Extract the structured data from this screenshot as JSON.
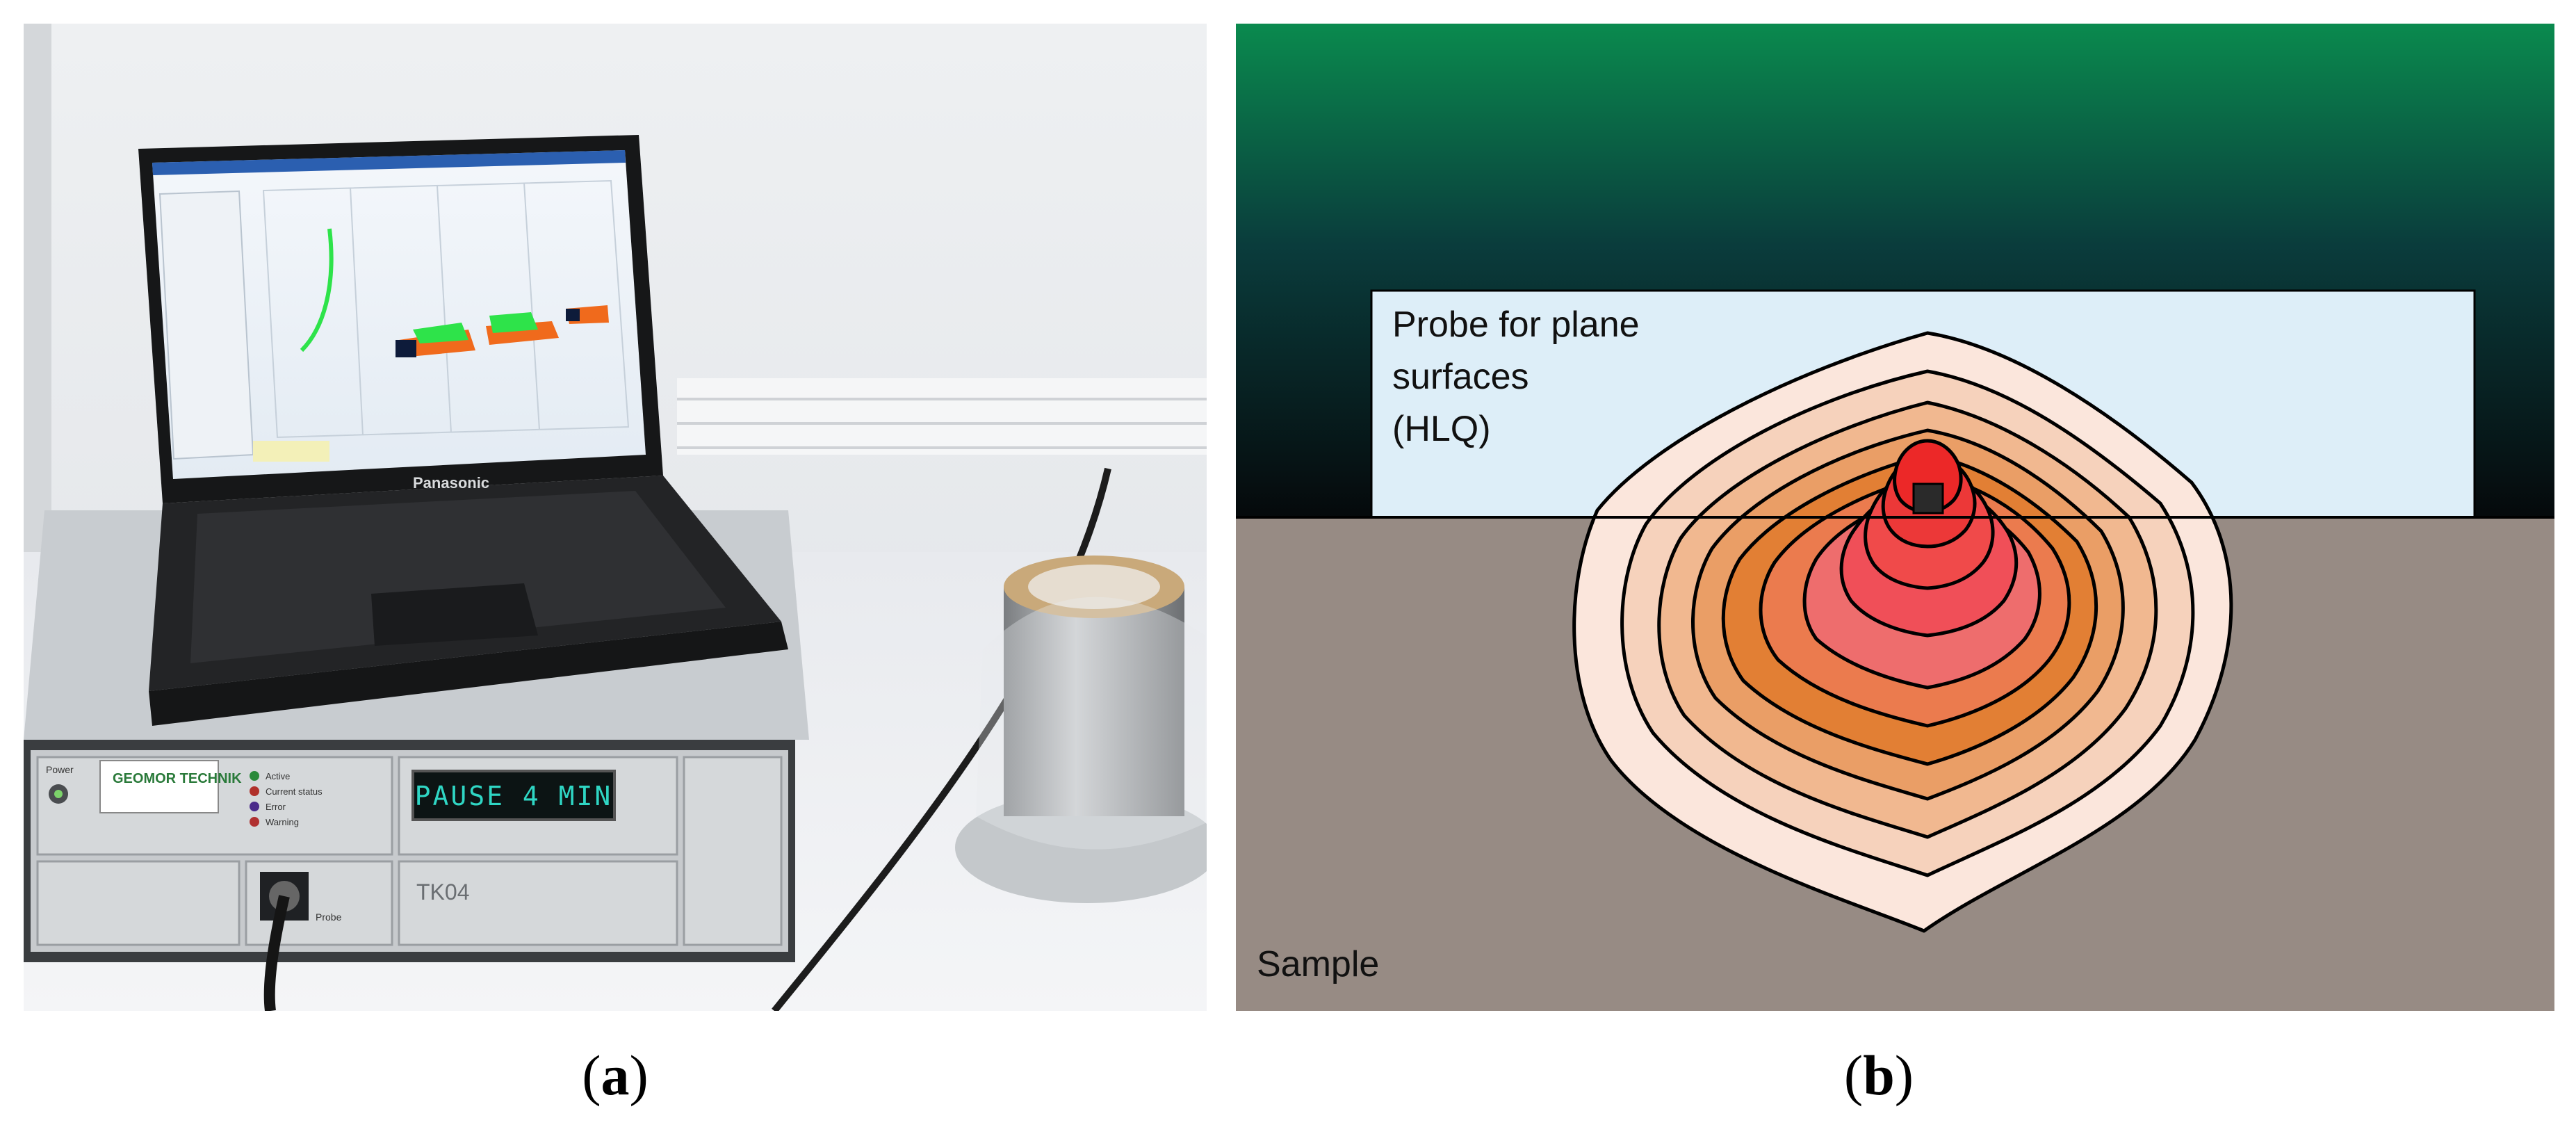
{
  "panel_a": {
    "laptop_brand": "Panasonic",
    "device_display": "PAUSE 4 MIN",
    "device_logo": "GEOMOR TECHNIK",
    "device_model": "TK04",
    "device_labels": {
      "power": "Power",
      "probe": "Probe",
      "status": [
        "Active",
        "Current status",
        "Error",
        "Warning"
      ]
    },
    "colors": {
      "display_text": "#2fd6c4",
      "plot_green": "#2ee34a",
      "plot_orange": "#f06a1c"
    }
  },
  "panel_b": {
    "probe_label_line1": "Probe for plane",
    "probe_label_line2": "surfaces",
    "probe_label_line3": "(HLQ)",
    "sample_label": "Sample",
    "colors": {
      "background_top": "#0a8a4e",
      "background_bottom": "#05090b",
      "probe": "#ddeef8",
      "sample": "#978b84",
      "contours": [
        "#fbe6dc",
        "#f6d2bc",
        "#f1b890",
        "#ea9e66",
        "#e27f34",
        "#eb7b4e",
        "#ee6d6d",
        "#f04f58",
        "#ee3a3c",
        "#ec2828"
      ]
    }
  },
  "captions": {
    "a": "a",
    "b": "b"
  }
}
